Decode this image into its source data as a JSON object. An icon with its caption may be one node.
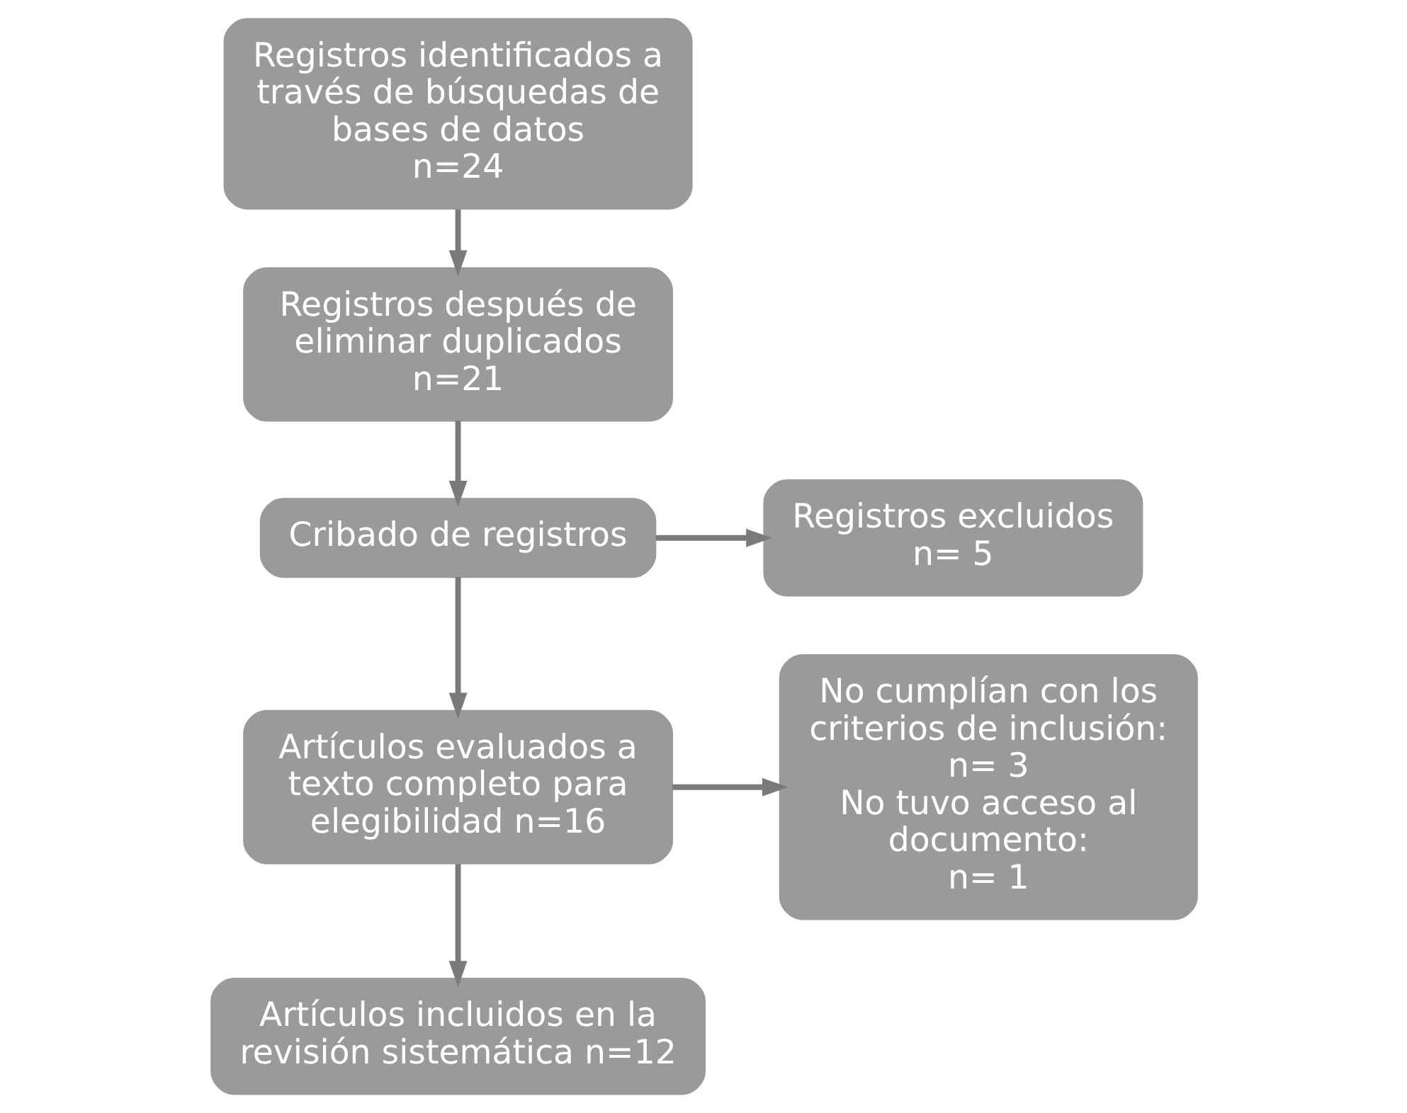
{
  "diagram": {
    "nodes": [
      {
        "text": [
          "Registros identificados a través de búsquedas de bases de datos",
          "n=24"
        ]
      },
      {
        "text": [
          "Registros después de eliminar duplicados",
          "n=21"
        ]
      },
      {
        "text": [
          "Cribado de registros"
        ]
      },
      {
        "text": [
          "Registros excluidos",
          "n= 5"
        ]
      },
      {
        "text": [
          "Artículos evaluados a texto completo para elegibilidad n=16"
        ]
      },
      {
        "text": [
          "No cumplían con los criterios de inclusión:",
          "n= 3",
          "No tuvo acceso al documento:",
          "n= 1"
        ]
      },
      {
        "text": [
          "Artículos incluidos en la revisión sistemática n=12"
        ]
      }
    ],
    "edges": [
      {
        "from": 0,
        "to": 1,
        "arrow": "to"
      },
      {
        "from": 1,
        "to": 2,
        "arrow": "to"
      },
      {
        "from": 2,
        "to": 3,
        "arrow": "to"
      },
      {
        "from": 2,
        "to": 4,
        "arrow": "to"
      },
      {
        "from": 4,
        "to": 5,
        "arrow": "to"
      },
      {
        "from": 4,
        "to": 6,
        "arrow": "to"
      }
    ]
  }
}
